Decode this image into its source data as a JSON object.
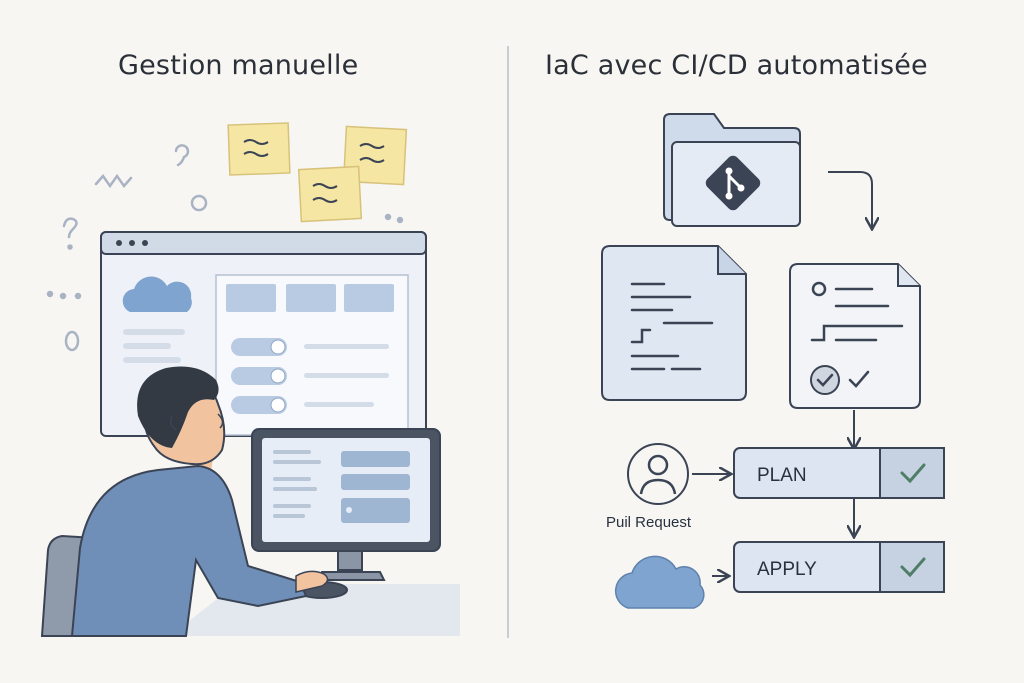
{
  "left_panel": {
    "title": "Gestion manuelle"
  },
  "right_panel": {
    "title": "IaC avec CI/CD automatisée",
    "pull_request_label": "Puil Request",
    "steps": [
      {
        "label": "PLAN",
        "status": "check"
      },
      {
        "label": "APPLY",
        "status": "check"
      }
    ]
  },
  "colors": {
    "background": "#f7f6f3",
    "line": "#3b4454",
    "accent_blue": "#7fa4cf",
    "panel_blue": "#dce5f1",
    "sticky_note": "#f6e6a4",
    "check_green": "#4e7e67",
    "skin": "#f1c39f",
    "shirt": "#6f8fb8",
    "hair": "#333a44"
  }
}
